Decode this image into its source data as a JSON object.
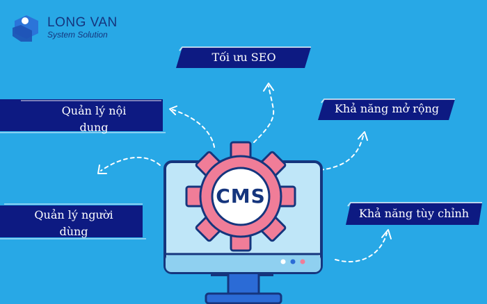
{
  "logo": {
    "title": "LONG VAN",
    "subtitle": "System Solution",
    "icon": "hexagon-logo-icon"
  },
  "center": {
    "label": "CMS",
    "icon": "gear-icon"
  },
  "features": {
    "seo": "Tối ưu SEO",
    "expand": "Khả năng mở rộng",
    "content_line1": "Quản lý nội",
    "content_line2": "dung",
    "users_line1": "Quản lý người",
    "users_line2": "dùng",
    "custom": "Khả năng tùy chỉnh"
  },
  "colors": {
    "background": "#28a8e6",
    "banner": "#0d1a82",
    "gear": "#f07d98",
    "outline": "#15357d",
    "monitor": "#bfe6f8"
  }
}
